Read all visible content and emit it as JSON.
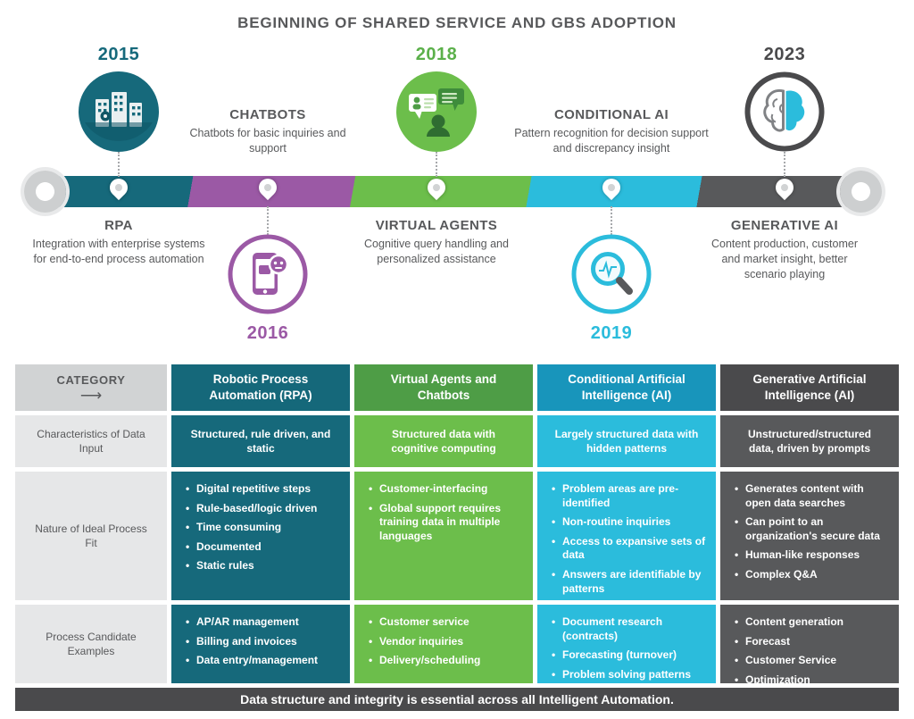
{
  "title": "BEGINNING OF SHARED SERVICE AND GBS ADOPTION",
  "colors": {
    "teal": "#16697B",
    "purple": "#9B59A5",
    "green": "#6CBE4B",
    "green_dark": "#4E9D46",
    "cyan": "#2BBCDC",
    "cyan_dark": "#1895BB",
    "gray": "#58595B",
    "gray_dark": "#4A4A4C"
  },
  "timeline": {
    "milestones": [
      {
        "year": "2015",
        "title": "RPA",
        "desc": "Integration with enterprise systems for end-to-end process automation",
        "color": "#16697B",
        "icon": "enterprise-systems-icon"
      },
      {
        "year": "2016",
        "title": "CHATBOTS",
        "desc": "Chatbots for basic inquiries and support",
        "color": "#9B59A5",
        "icon": "chatbot-phone-icon"
      },
      {
        "year": "2018",
        "title": "VIRTUAL AGENTS",
        "desc": "Cognitive query handling and personalized assistance",
        "color": "#6CBE4B",
        "icon": "virtual-agents-chat-icon"
      },
      {
        "year": "2019",
        "title": "CONDITIONAL AI",
        "desc": "Pattern recognition for decision support and discrepancy insight",
        "color": "#2BBCDC",
        "icon": "analysis-magnifier-icon"
      },
      {
        "year": "2023",
        "title": "GENERATIVE AI",
        "desc": "Content production, customer and market insight, better scenario playing",
        "color": "#4A4A4C",
        "icon": "generative-ai-brain-icon"
      }
    ]
  },
  "table": {
    "category_label": "CATEGORY",
    "arrow_icon": "⟶",
    "row_labels": [
      "Characteristics of Data Input",
      "Nature of Ideal Process Fit",
      "Process Candidate Examples"
    ],
    "columns": [
      {
        "header": "Robotic Process Automation (RPA)",
        "characteristics": "Structured, rule driven, and static",
        "nature": [
          "Digital repetitive steps",
          "Rule-based/logic driven",
          "Time consuming",
          "Documented",
          "Static rules"
        ],
        "examples": [
          "AP/AR management",
          "Billing and invoices",
          "Data entry/management"
        ],
        "header_color": "#15687A",
        "cell_color": "#16697B"
      },
      {
        "header": "Virtual Agents and Chatbots",
        "characteristics": "Structured data with cognitive computing",
        "nature": [
          "Customer-interfacing",
          "Global support requires training data in multiple languages"
        ],
        "examples": [
          "Customer service",
          "Vendor inquiries",
          "Delivery/scheduling"
        ],
        "header_color": "#4E9D46",
        "cell_color": "#6CBE4B"
      },
      {
        "header": "Conditional Artificial Intelligence (AI)",
        "characteristics": "Largely structured data with hidden patterns",
        "nature": [
          "Problem areas are pre-identified",
          "Non-routine inquiries",
          "Access to expansive sets of data",
          "Answers are identifiable by patterns"
        ],
        "examples": [
          "Document research (contracts)",
          "Forecasting (turnover)",
          "Problem solving patterns"
        ],
        "header_color": "#1895BB",
        "cell_color": "#2BBCDC"
      },
      {
        "header": "Generative Artificial Intelligence (AI)",
        "characteristics": "Unstructured/structured data, driven by prompts",
        "nature": [
          "Generates content with open data searches",
          "Can point to an organization's secure data",
          "Human-like responses",
          "Complex Q&A"
        ],
        "examples": [
          "Content generation",
          "Forecast",
          "Customer Service",
          "Optimization"
        ],
        "header_color": "#4A4A4C",
        "cell_color": "#58595B"
      }
    ],
    "footer": "Data structure and integrity is essential across all Intelligent Automation."
  }
}
